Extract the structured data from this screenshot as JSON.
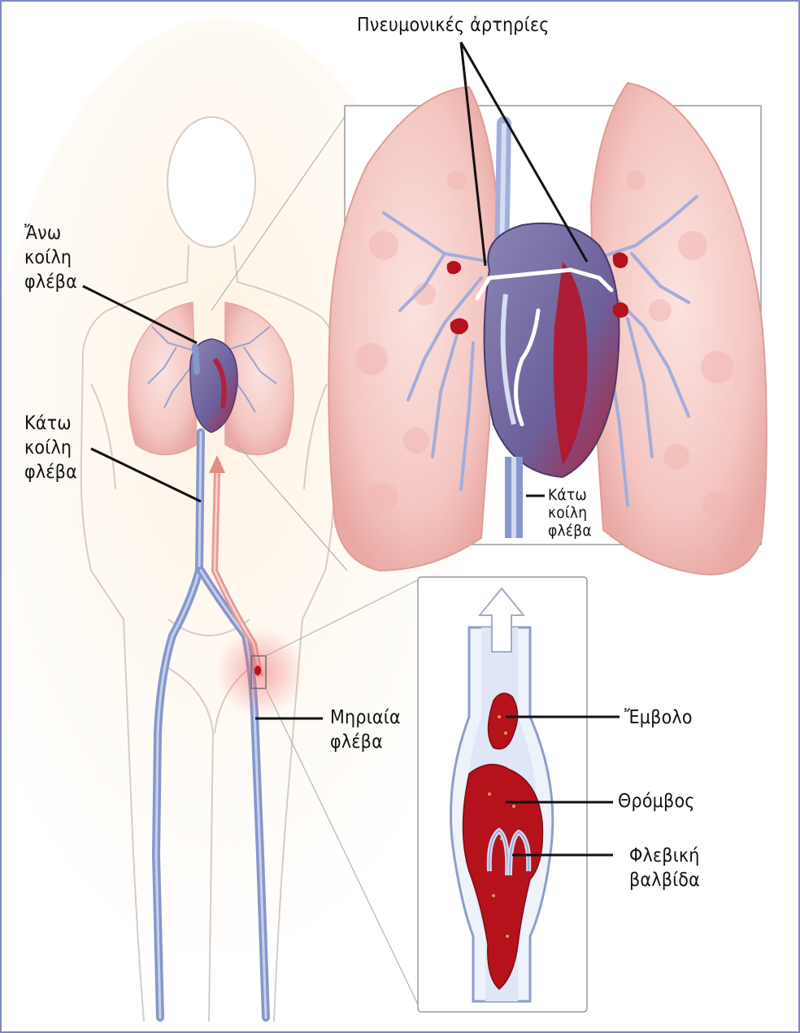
{
  "labels": {
    "pulmonary_arteries": "Πνευμονικές ἀρτηρίες",
    "superior_vena_cava": [
      "Ἄνω",
      "κοίλη",
      "φλέβα"
    ],
    "inferior_vena_cava": [
      "Κάτω",
      "κοίλη",
      "φλέβα"
    ],
    "inferior_vena_cava_inset": [
      "Κάτω",
      "κοίλη",
      "φλέβα"
    ],
    "femoral_vein": [
      "Μηριαία",
      "φλέβα"
    ],
    "embolus": "Ἔμβολο",
    "thrombus": "Θρόμβος",
    "venous_valve": [
      "Φλεβική",
      "βαλβίδα"
    ]
  },
  "colors": {
    "frame_border": "#7d85c8",
    "lung_pink": "#f4c9c6",
    "clot_red": "#b5121b",
    "vein_blue": "#9aa9d6",
    "artery_pink": "#e79a94"
  }
}
